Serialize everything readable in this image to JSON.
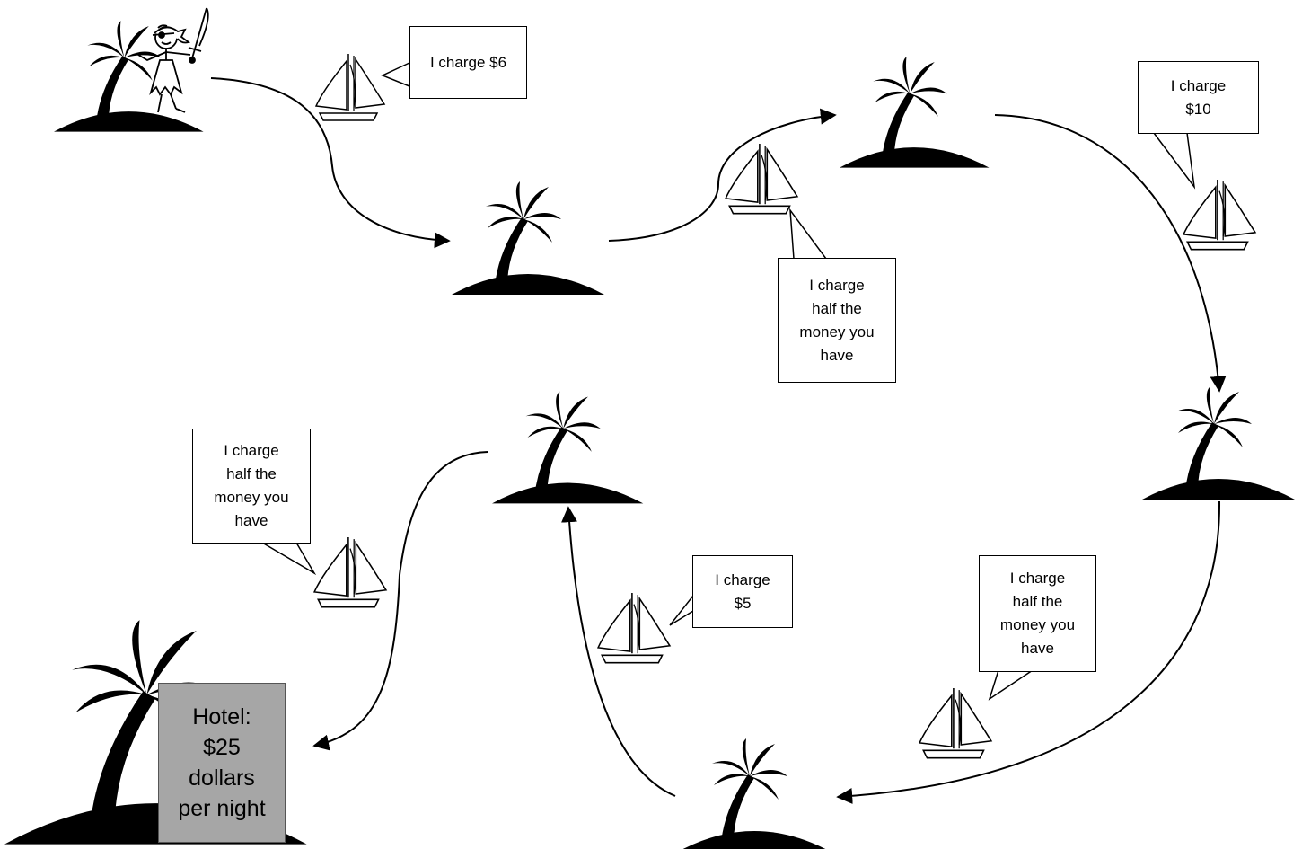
{
  "callouts": {
    "c1": "I charge $6",
    "c2": "I charge\n$10",
    "c3": "I charge\nhalf the\nmoney you\nhave",
    "c4": "I charge\nhalf the\nmoney you\nhave",
    "c5": "I charge\n$5",
    "c6": "I charge\nhalf the\nmoney you\nhave"
  },
  "hotel": {
    "label": "Hotel:\n$25\ndollars\nper night"
  },
  "colors": {
    "ink": "#000000",
    "hotel_fill": "#a6a6a6",
    "background": "#ffffff"
  },
  "icons": [
    "palm-island-icon",
    "sailboat-icon",
    "pirate-girl-icon"
  ]
}
